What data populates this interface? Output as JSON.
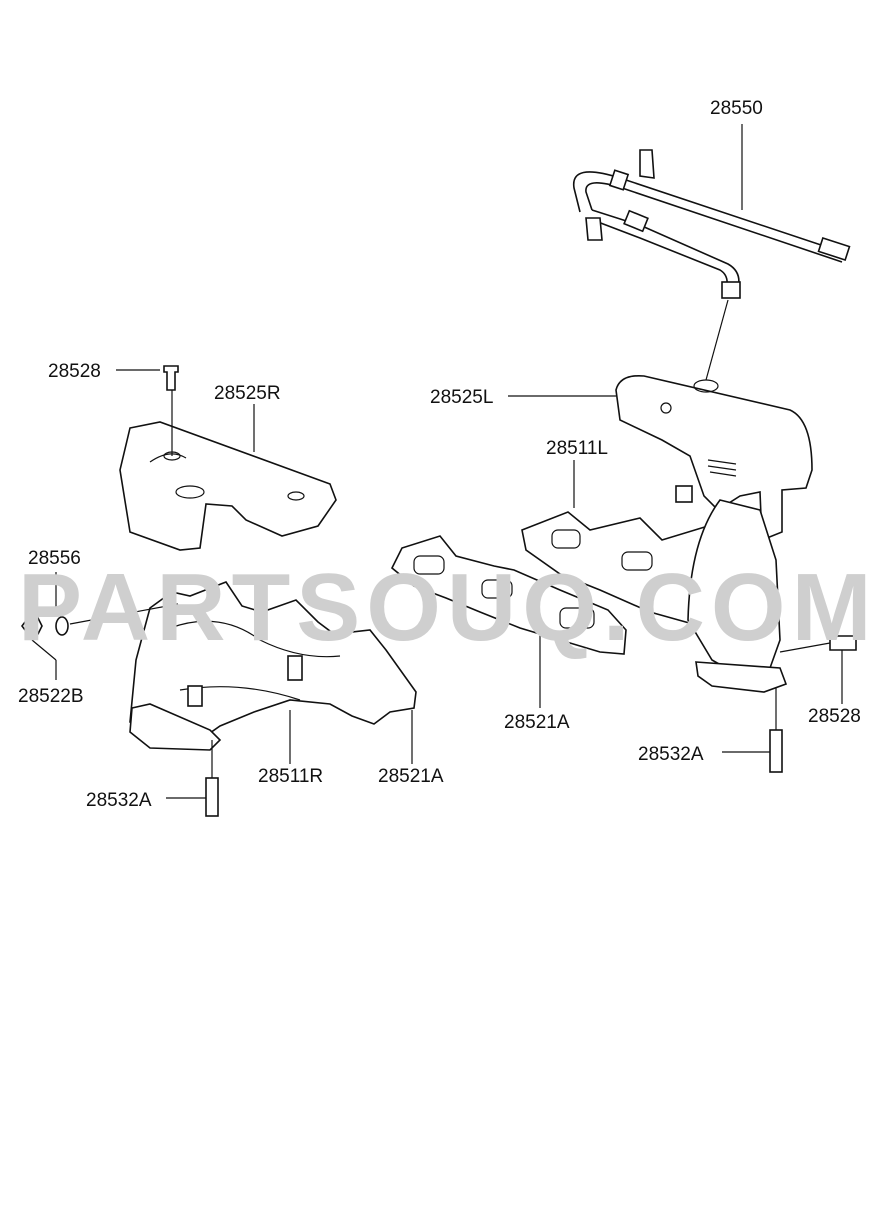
{
  "watermark": "PARTSOUQ.COM",
  "labels": {
    "pipe": "28550",
    "bolt_left": "28528",
    "heat_protector_r": "28525R",
    "heat_protector_l": "28525L",
    "manifold_l": "28511L",
    "washer": "28556",
    "nut": "28522B",
    "gasket_center": "28521A",
    "gasket_right_manifold": "28521A",
    "manifold_r": "28511R",
    "stud_left": "28532A",
    "stud_right": "28532A",
    "bolt_right": "28528"
  }
}
